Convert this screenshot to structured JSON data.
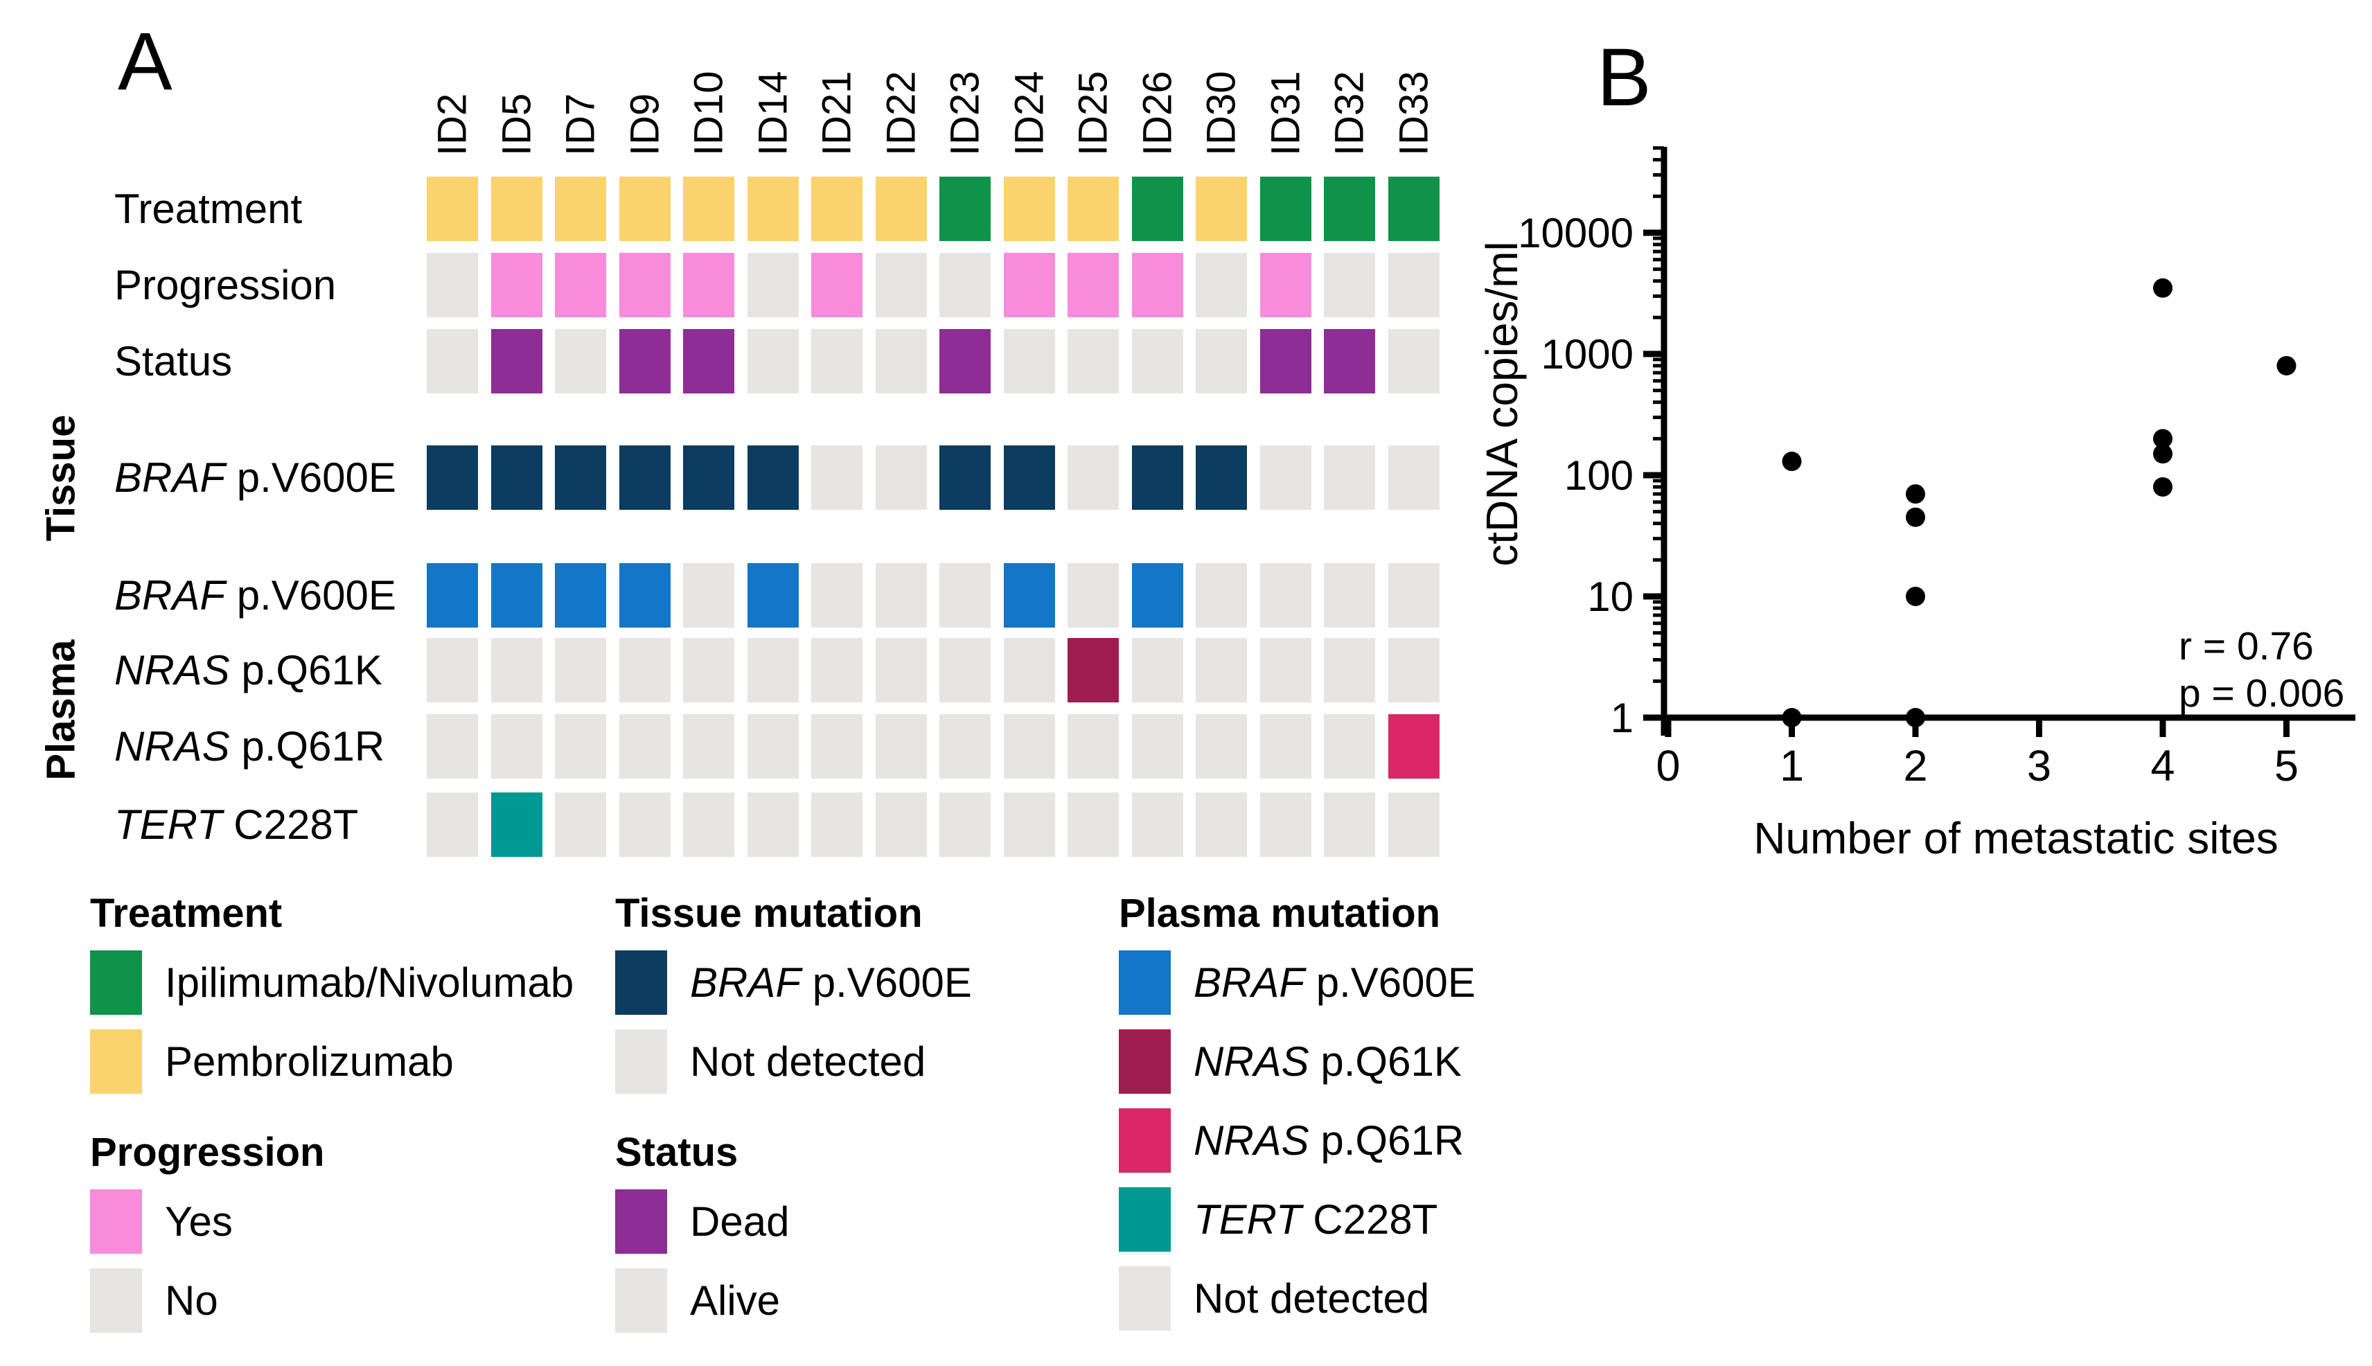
{
  "panels": {
    "a": "A",
    "b": "B"
  },
  "groups": {
    "tissue": "Tissue",
    "plasma": "Plasma"
  },
  "palette": {
    "yellow": "#FAD36D",
    "green": "#0F9249",
    "pink": "#F78CDA",
    "gray": "#E6E5E3",
    "purple": "#8E2D95",
    "navy": "#0C3C60",
    "blue": "#1376C6",
    "maroon": "#A01D4F",
    "crimson": "#DB2766",
    "teal": "#009893"
  },
  "chart_data": [
    {
      "type": "heatmap",
      "panel": "A",
      "columns": [
        "ID2",
        "ID5",
        "ID7",
        "ID9",
        "ID10",
        "ID14",
        "ID21",
        "ID22",
        "ID23",
        "ID24",
        "ID25",
        "ID26",
        "ID30",
        "ID31",
        "ID32",
        "ID33"
      ],
      "rows": [
        {
          "key": "treatment",
          "gene": "",
          "rest": "Treatment",
          "group": "",
          "color_map": {
            "Pembrolizumab": "yellow",
            "Ipilimumab/Nivolumab": "green"
          },
          "values": [
            "Pembrolizumab",
            "Pembrolizumab",
            "Pembrolizumab",
            "Pembrolizumab",
            "Pembrolizumab",
            "Pembrolizumab",
            "Pembrolizumab",
            "Pembrolizumab",
            "Ipilimumab/Nivolumab",
            "Pembrolizumab",
            "Pembrolizumab",
            "Ipilimumab/Nivolumab",
            "Pembrolizumab",
            "Ipilimumab/Nivolumab",
            "Ipilimumab/Nivolumab",
            "Ipilimumab/Nivolumab"
          ]
        },
        {
          "key": "progression",
          "gene": "",
          "rest": "Progression",
          "group": "",
          "color_map": {
            "Yes": "pink",
            "No": "gray"
          },
          "values": [
            "No",
            "Yes",
            "Yes",
            "Yes",
            "Yes",
            "No",
            "Yes",
            "No",
            "No",
            "Yes",
            "Yes",
            "Yes",
            "No",
            "Yes",
            "No",
            "No"
          ]
        },
        {
          "key": "status",
          "gene": "",
          "rest": "Status",
          "group": "",
          "color_map": {
            "Dead": "purple",
            "Alive": "gray"
          },
          "values": [
            "Alive",
            "Dead",
            "Alive",
            "Dead",
            "Dead",
            "Alive",
            "Alive",
            "Alive",
            "Dead",
            "Alive",
            "Alive",
            "Alive",
            "Alive",
            "Dead",
            "Dead",
            "Alive"
          ]
        },
        {
          "key": "tissue-braf-v600e",
          "gene": "BRAF",
          "rest": " p.V600E",
          "group": "Tissue",
          "color_map": {
            "Detected": "navy",
            "Not detected": "gray"
          },
          "values": [
            "Detected",
            "Detected",
            "Detected",
            "Detected",
            "Detected",
            "Detected",
            "Not detected",
            "Not detected",
            "Detected",
            "Detected",
            "Not detected",
            "Detected",
            "Detected",
            "Not detected",
            "Not detected",
            "Not detected"
          ]
        },
        {
          "key": "plasma-braf-v600e",
          "gene": "BRAF",
          "rest": " p.V600E",
          "group": "Plasma",
          "color_map": {
            "Detected": "blue",
            "Not detected": "gray"
          },
          "values": [
            "Detected",
            "Detected",
            "Detected",
            "Detected",
            "Not detected",
            "Detected",
            "Not detected",
            "Not detected",
            "Not detected",
            "Detected",
            "Not detected",
            "Detected",
            "Not detected",
            "Not detected",
            "Not detected",
            "Not detected"
          ]
        },
        {
          "key": "plasma-nras-q61k",
          "gene": "NRAS",
          "rest": " p.Q61K",
          "group": "Plasma",
          "color_map": {
            "Detected": "maroon",
            "Not detected": "gray"
          },
          "values": [
            "Not detected",
            "Not detected",
            "Not detected",
            "Not detected",
            "Not detected",
            "Not detected",
            "Not detected",
            "Not detected",
            "Not detected",
            "Not detected",
            "Detected",
            "Not detected",
            "Not detected",
            "Not detected",
            "Not detected",
            "Not detected"
          ]
        },
        {
          "key": "plasma-nras-q61r",
          "gene": "NRAS",
          "rest": " p.Q61R",
          "group": "Plasma",
          "color_map": {
            "Detected": "crimson",
            "Not detected": "gray"
          },
          "values": [
            "Not detected",
            "Not detected",
            "Not detected",
            "Not detected",
            "Not detected",
            "Not detected",
            "Not detected",
            "Not detected",
            "Not detected",
            "Not detected",
            "Not detected",
            "Not detected",
            "Not detected",
            "Not detected",
            "Not detected",
            "Detected"
          ]
        },
        {
          "key": "plasma-tert-c228t",
          "gene": "TERT",
          "rest": " C228T",
          "group": "Plasma",
          "color_map": {
            "Detected": "teal",
            "Not detected": "gray"
          },
          "values": [
            "Not detected",
            "Detected",
            "Not detected",
            "Not detected",
            "Not detected",
            "Not detected",
            "Not detected",
            "Not detected",
            "Not detected",
            "Not detected",
            "Not detected",
            "Not detected",
            "Not detected",
            "Not detected",
            "Not detected",
            "Not detected"
          ]
        }
      ]
    },
    {
      "type": "scatter",
      "panel": "B",
      "xlabel": "Number of metastatic sites",
      "ylabel": "ctDNA copies/ml",
      "y_scale": "log",
      "xlim": [
        0,
        5.5
      ],
      "ylim": [
        1,
        50000
      ],
      "x_ticks": [
        0,
        1,
        2,
        3,
        4,
        5
      ],
      "y_ticks": [
        1,
        10,
        100,
        1000,
        10000
      ],
      "annotations": {
        "r": "r = 0.76",
        "p": "p = 0.006"
      },
      "points": [
        {
          "x": 1,
          "y": 130
        },
        {
          "x": 1,
          "y": 1
        },
        {
          "x": 2,
          "y": 70
        },
        {
          "x": 2,
          "y": 45
        },
        {
          "x": 2,
          "y": 10
        },
        {
          "x": 2,
          "y": 1
        },
        {
          "x": 4,
          "y": 3500
        },
        {
          "x": 4,
          "y": 200
        },
        {
          "x": 4,
          "y": 150
        },
        {
          "x": 4,
          "y": 80
        },
        {
          "x": 5,
          "y": 800
        }
      ]
    }
  ],
  "legend": {
    "columns": [
      {
        "sections": [
          {
            "title": "Treatment",
            "items": [
              {
                "color": "green",
                "gene": "",
                "label": "Ipilimumab/Nivolumab"
              },
              {
                "color": "yellow",
                "gene": "",
                "label": "Pembrolizumab"
              }
            ]
          },
          {
            "title": "Progression",
            "items": [
              {
                "color": "pink",
                "gene": "",
                "label": "Yes"
              },
              {
                "color": "gray",
                "gene": "",
                "label": "No"
              }
            ]
          }
        ]
      },
      {
        "sections": [
          {
            "title": "Tissue mutation",
            "items": [
              {
                "color": "navy",
                "gene": "BRAF",
                "label": " p.V600E"
              },
              {
                "color": "gray",
                "gene": "",
                "label": "Not detected"
              }
            ]
          },
          {
            "title": "Status",
            "items": [
              {
                "color": "purple",
                "gene": "",
                "label": "Dead"
              },
              {
                "color": "gray",
                "gene": "",
                "label": "Alive"
              }
            ]
          }
        ]
      },
      {
        "sections": [
          {
            "title": "Plasma mutation",
            "items": [
              {
                "color": "blue",
                "gene": "BRAF",
                "label": " p.V600E"
              },
              {
                "color": "maroon",
                "gene": "NRAS",
                "label": " p.Q61K"
              },
              {
                "color": "crimson",
                "gene": "NRAS",
                "label": " p.Q61R"
              },
              {
                "color": "teal",
                "gene": "TERT",
                "label": " C228T"
              },
              {
                "color": "gray",
                "gene": "",
                "label": "Not detected"
              }
            ]
          }
        ]
      }
    ]
  }
}
